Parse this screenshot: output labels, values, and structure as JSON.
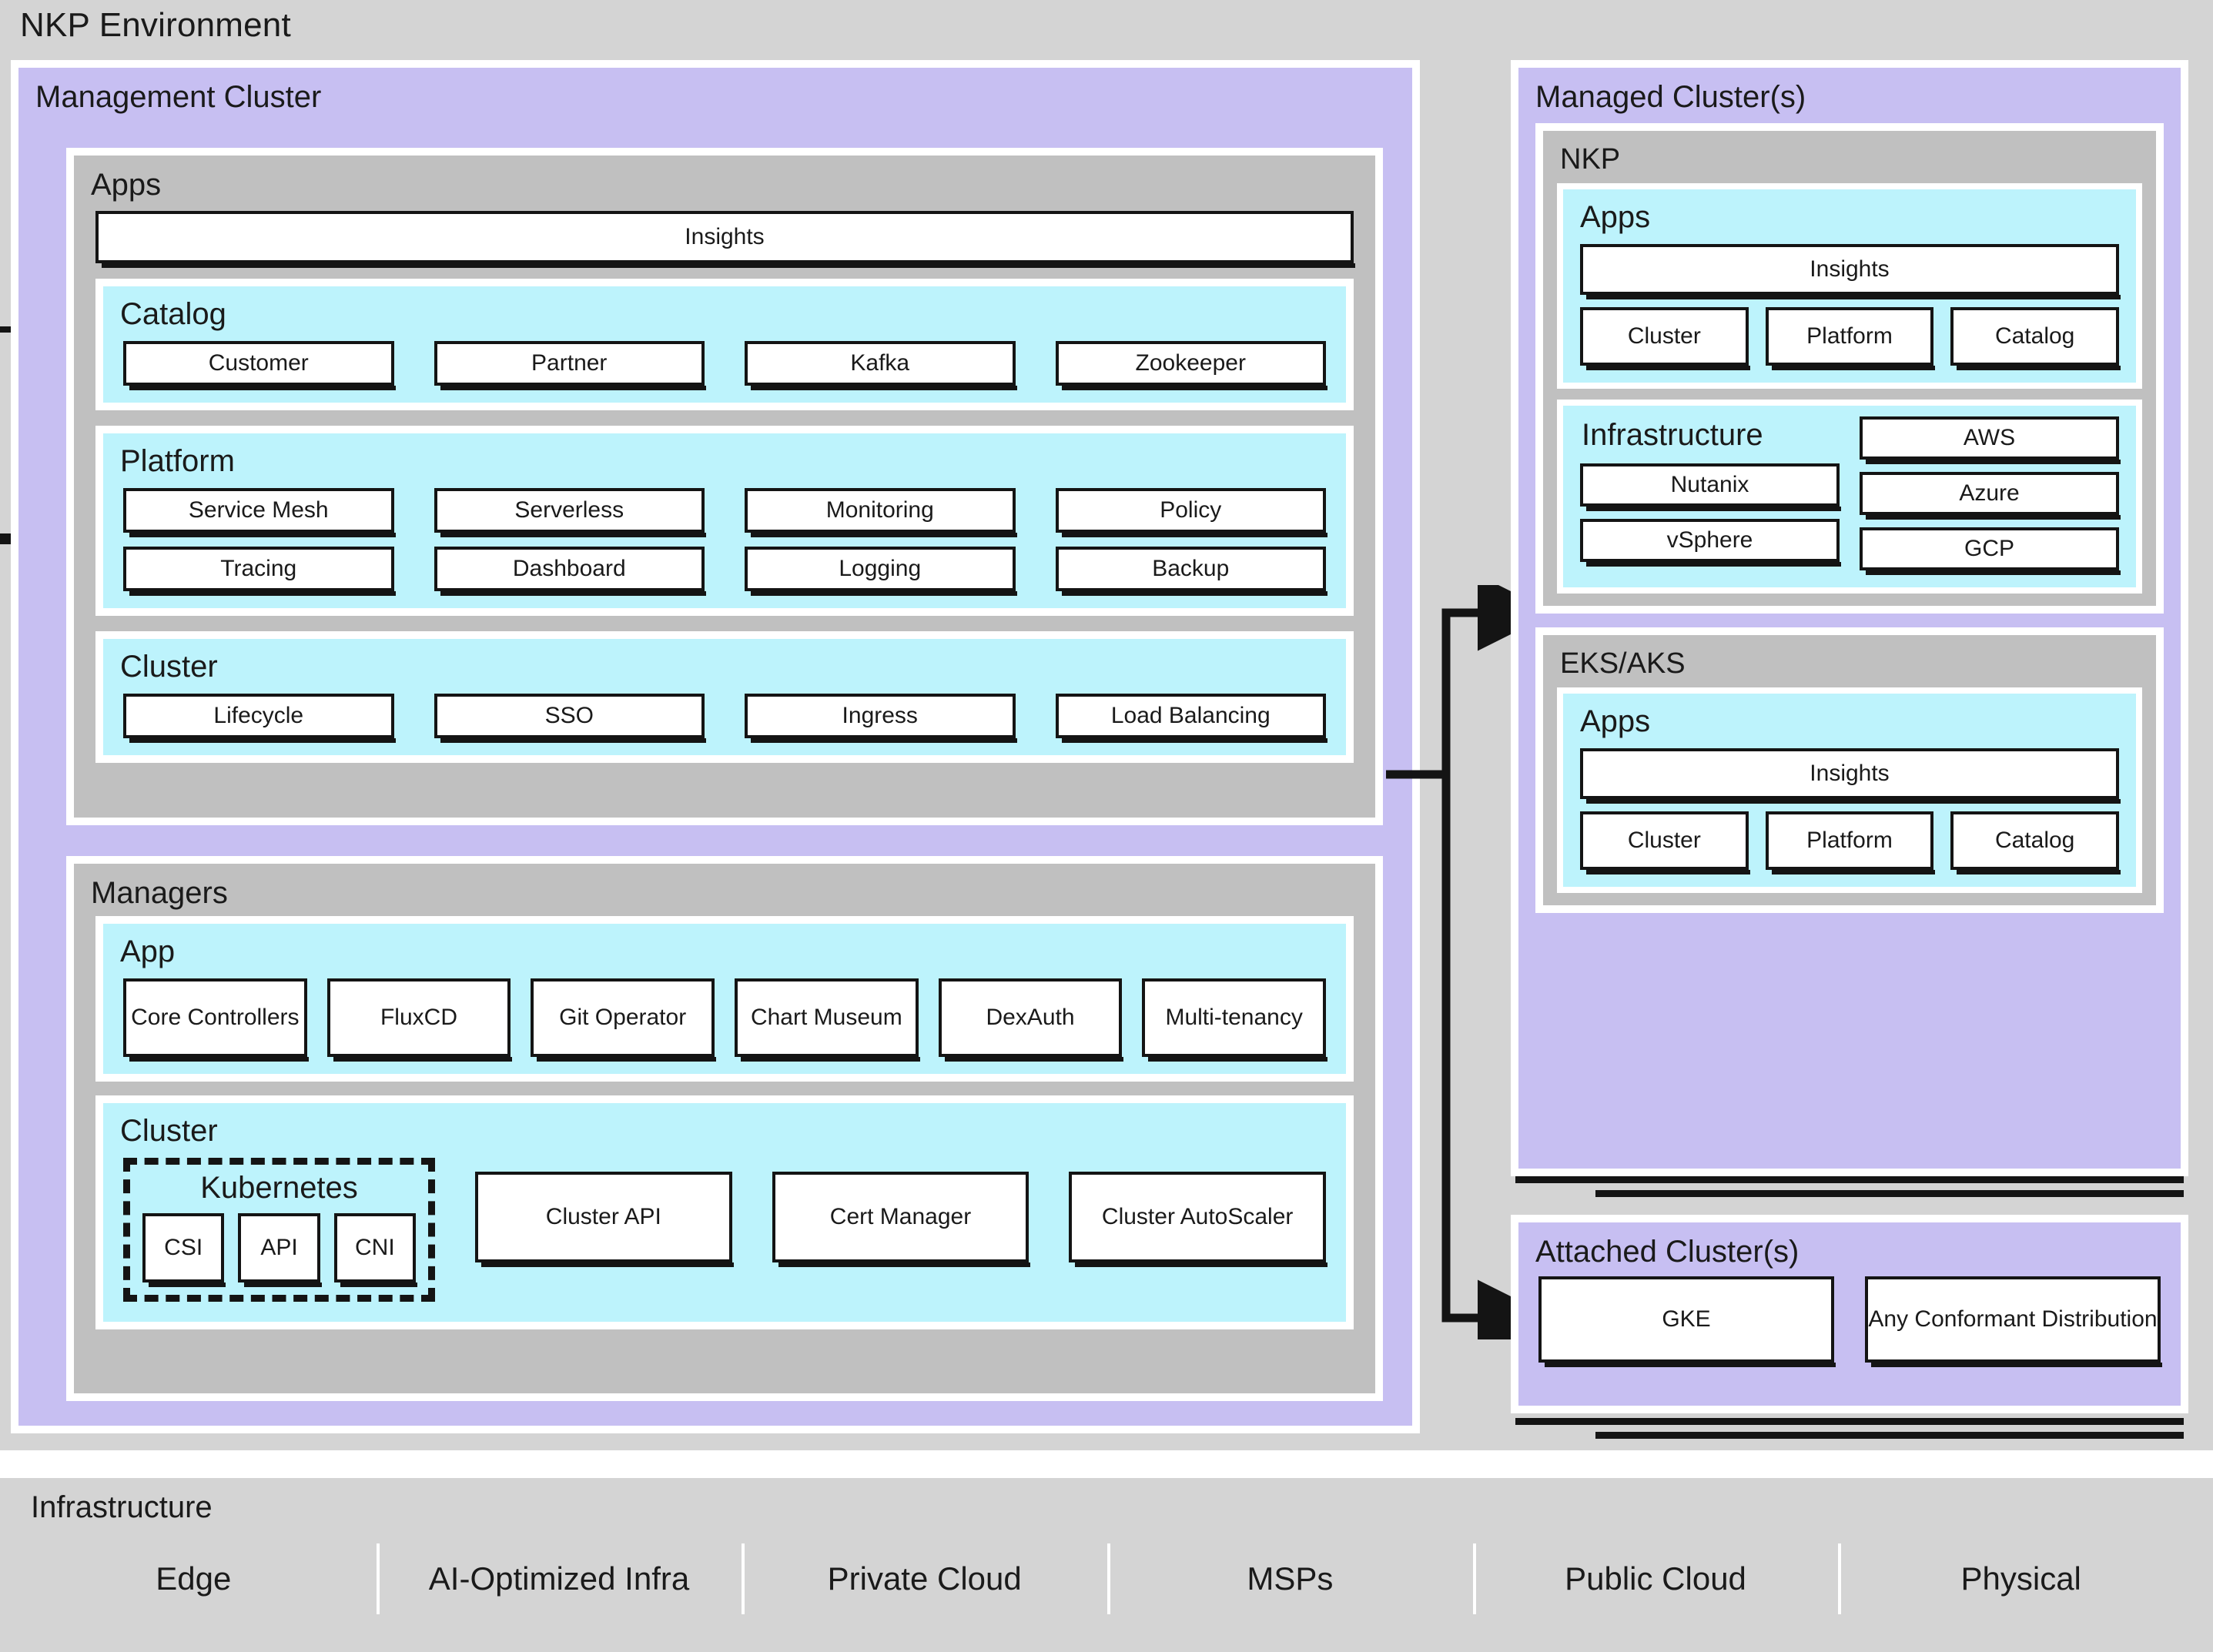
{
  "title": "NKP Environment",
  "colors": {
    "background": "#d4d4d4",
    "cluster_purple": "#c7bff2",
    "section_gray": "#c0c0c0",
    "group_cyan": "#bdf3fc",
    "chip_white": "#ffffff",
    "stroke": "#141414"
  },
  "management_cluster": {
    "title": "Management Cluster",
    "apps": {
      "title": "Apps",
      "insights": "Insights",
      "groups": [
        {
          "title": "Catalog",
          "items": [
            "Customer",
            "Partner",
            "Kafka",
            "Zookeeper"
          ]
        },
        {
          "title": "Platform",
          "items": [
            "Service Mesh",
            "Serverless",
            "Monitoring",
            "Policy",
            "Tracing",
            "Dashboard",
            "Logging",
            "Backup"
          ]
        },
        {
          "title": "Cluster",
          "items": [
            "Lifecycle",
            "SSO",
            "Ingress",
            "Load Balancing"
          ]
        }
      ]
    },
    "managers": {
      "title": "Managers",
      "app": {
        "title": "App",
        "items": [
          "Core Controllers",
          "FluxCD",
          "Git Operator",
          "Chart Museum",
          "DexAuth",
          "Multi-tenancy"
        ]
      },
      "cluster": {
        "title": "Cluster",
        "kubernetes": {
          "title": "Kubernetes",
          "items": [
            "CSI",
            "API",
            "CNI"
          ]
        },
        "items": [
          "Cluster API",
          "Cert Manager",
          "Cluster AutoScaler"
        ]
      }
    }
  },
  "managed_clusters": {
    "title": "Managed Cluster(s)",
    "nkp": {
      "title": "NKP",
      "apps": {
        "title": "Apps",
        "insights": "Insights",
        "items": [
          "Cluster",
          "Platform",
          "Catalog"
        ]
      },
      "infrastructure": {
        "title": "Infrastructure",
        "left_items": [
          "Nutanix",
          "vSphere"
        ],
        "right_items": [
          "AWS",
          "Azure",
          "GCP"
        ]
      }
    },
    "eks_aks": {
      "title": "EKS/AKS",
      "apps": {
        "title": "Apps",
        "insights": "Insights",
        "items": [
          "Cluster",
          "Platform",
          "Catalog"
        ]
      }
    }
  },
  "attached_clusters": {
    "title": "Attached Cluster(s)",
    "items": [
      "GKE",
      "Any Conformant Distribution"
    ]
  },
  "infrastructure_bar": {
    "title": "Infrastructure",
    "items": [
      "Edge",
      "AI-Optimized Infra",
      "Private Cloud",
      "MSPs",
      "Public Cloud",
      "Physical"
    ]
  }
}
